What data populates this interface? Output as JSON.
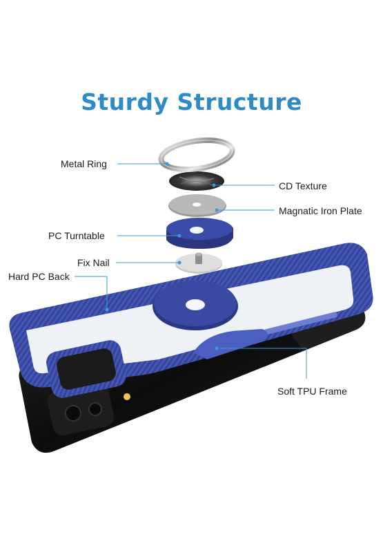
{
  "title": "Sturdy Structure",
  "labels": {
    "metal_ring": "Metal Ring",
    "cd_texture": "CD Texture",
    "magnetic_plate": "Magnatic Iron Plate",
    "pc_turntable": "PC Turntable",
    "fix_nail": "Fix Nail",
    "hard_pc_back": "Hard PC Back",
    "soft_tpu_frame": "Soft TPU Frame"
  },
  "colors": {
    "title": "#2e8bc6",
    "leader_line": "#3a9ad9",
    "case_blue": "#2f3f8f",
    "phone_body": "#111111"
  }
}
